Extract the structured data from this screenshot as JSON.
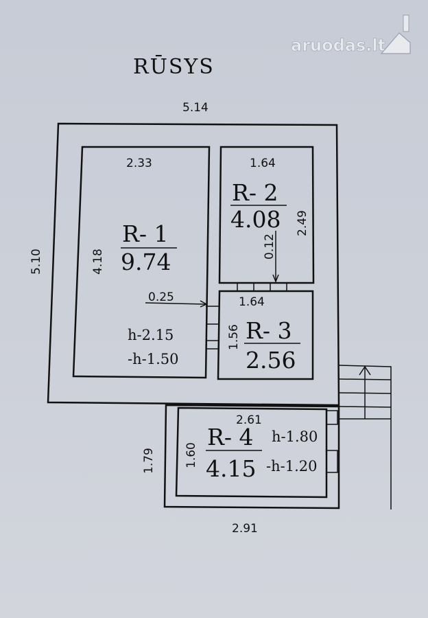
{
  "title": "RŪSYS",
  "watermark": "aruodas.lt",
  "outer": {
    "width": "5.14",
    "height": "5.10"
  },
  "rooms": [
    {
      "id": "r1",
      "name": "R- 1",
      "area": "9.74",
      "width": "2.33",
      "height": "4.18",
      "h_labels": [
        "h-2.15",
        "-h-1.50"
      ]
    },
    {
      "id": "r2",
      "name": "R- 2",
      "area": "4.08",
      "width": "1.64",
      "height": "2.49"
    },
    {
      "id": "r3",
      "name": "R- 3",
      "area": "2.56",
      "width": "1.64",
      "height": "1.56"
    },
    {
      "id": "r4",
      "name": "R- 4",
      "area": "4.15",
      "width": "2.61",
      "height": "1.60",
      "h_labels": [
        "h-1.80",
        "-h-1.20"
      ]
    }
  ],
  "annex": {
    "width": "2.91",
    "height": "1.79"
  },
  "wall_gap_r1_r3": "0.25",
  "wall_gap_r2_r3": "0.12"
}
